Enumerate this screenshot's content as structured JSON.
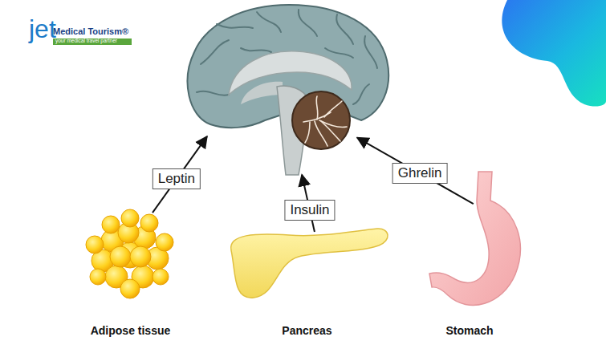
{
  "diagram": {
    "nodes": [
      {
        "text": []
      },
      {
        "text": [
          "Adipose tissue"
        ]
      },
      {
        "text": [
          "Pancreas"
        ]
      },
      {
        "text": [
          "Stomach"
        ]
      }
    ],
    "edges": [
      {
        "from": 1,
        "to": 0,
        "label": "Leptin",
        "arrow": "to"
      },
      {
        "from": 2,
        "to": 0,
        "label": "Insulin",
        "arrow": "to"
      },
      {
        "from": 3,
        "to": 0,
        "label": "Ghrelin",
        "arrow": "to"
      }
    ],
    "labels": [
      "jet",
      "Medical Tourism®",
      "your medical travel partner"
    ]
  }
}
